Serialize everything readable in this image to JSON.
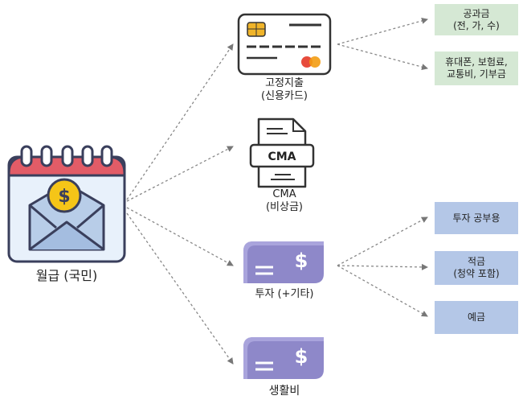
{
  "source": {
    "label": "월급 (국민)"
  },
  "nodes": {
    "fixed": {
      "line1": "고정지출",
      "line2": "(신용카드)"
    },
    "cma": {
      "line1": "CMA",
      "line2": "(비상금)",
      "doc_text": "CMA"
    },
    "invest": {
      "label": "투자 (+기타)"
    },
    "living": {
      "label": "생활비"
    }
  },
  "fixed_targets": [
    {
      "line1": "공과금",
      "line2": "(전, 가, 수)"
    },
    {
      "line1": "휴대폰, 보험료,",
      "line2": "교통비, 기부금"
    }
  ],
  "invest_targets": [
    {
      "line1": "투자 공부용"
    },
    {
      "line1": "적금",
      "line2": "(청약 포함)"
    },
    {
      "line1": "예금"
    }
  ],
  "icons": {
    "calendar": "calendar-envelope-dollar-icon",
    "card": "credit-card-icon",
    "doc": "cma-document-icon",
    "bill": "dollar-bill-icon"
  },
  "colors": {
    "green_box": "#d5e8d4",
    "blue_box": "#b4c7e7",
    "purple_bill": "#8e88c9",
    "arrow": "#888888"
  }
}
